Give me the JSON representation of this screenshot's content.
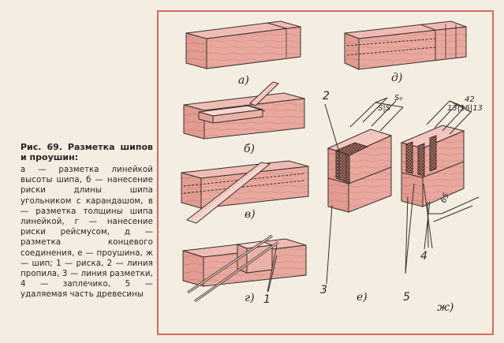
{
  "caption": {
    "title": "Рис. 69. Разметка шипов и проушин:",
    "body": "а — разметка линейкой высоты шипа, б — нанесение риски длины шипа угольником с карандашом, в — разметка толщины шипа линейкой, г — нанесение риски рейсмусом, д — разметка концевого соединения, е — проушина, ж — шип; 1 — риска, 2 — линия пропила, 3 — линия разметки, 4 — заплечико, 5 — удаляемая часть древесины"
  },
  "figure": {
    "labels": {
      "a": "а)",
      "b": "б)",
      "v": "в)",
      "g": "г)",
      "d": "д)",
      "e": "е)",
      "zh": "ж)"
    },
    "numbers": {
      "n1": "1",
      "n2": "2",
      "n3": "3",
      "n4": "4",
      "n5": "5"
    },
    "dimensions": {
      "e_top": "S₀",
      "e_split": "S|S",
      "zh_top": "42",
      "zh_split": "13|16|13",
      "zh_side": "65"
    },
    "colors": {
      "wood": "#e7a59b",
      "wood_dark": "#d98c81",
      "wood_grain": "#c87a6f",
      "frame": "#d66b5b",
      "ink": "#2b2626"
    }
  }
}
